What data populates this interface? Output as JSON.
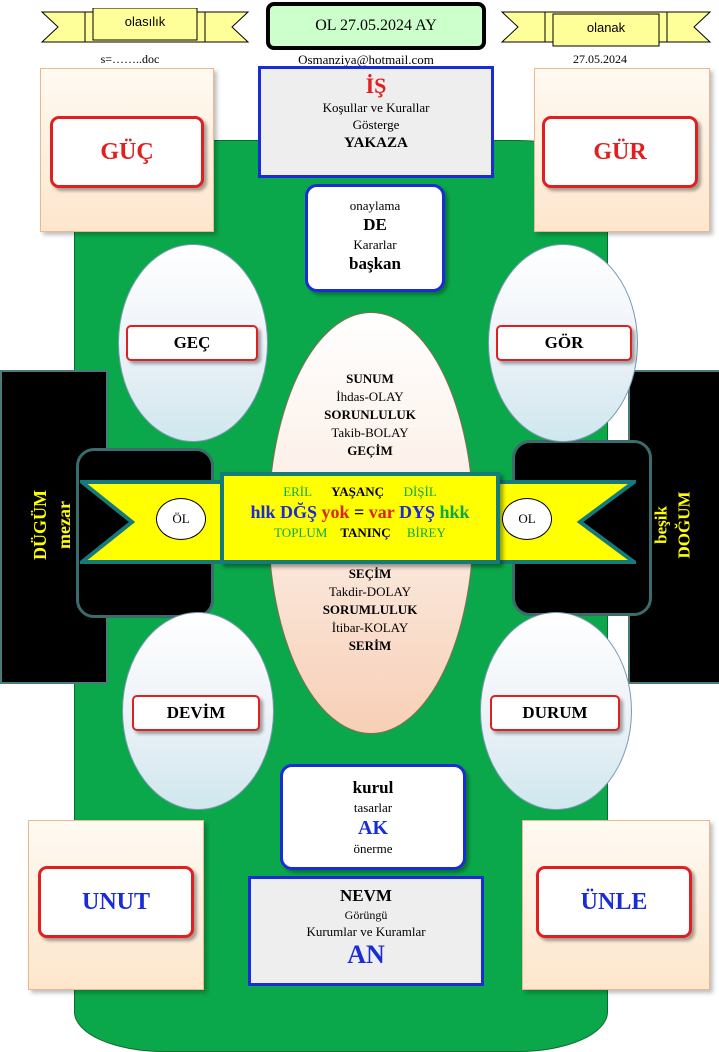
{
  "header": {
    "left_ribbon_label": "olasılık",
    "center_title": "OL 27.05.2024 AY",
    "right_ribbon_label": "olanak",
    "left_sub": "s=……..doc",
    "center_sub": "Osmanziya@hotmail.com",
    "right_sub": "27.05.2024"
  },
  "corners": {
    "top_left": "GÜÇ",
    "top_right": "GÜR",
    "bottom_left": "UNUT",
    "bottom_right": "ÜNLE"
  },
  "top_box": {
    "title": "İŞ",
    "line1": "Koşullar ve Kurallar",
    "line2": "Gösterge",
    "line3": "YAKAZA"
  },
  "upper_blue_box": {
    "line1": "onaylama",
    "line2": "DE",
    "line3": "Kararlar",
    "line4": "başkan"
  },
  "ovals": {
    "upper_left": "GEÇ",
    "upper_right": "GÖR",
    "lower_left": "DEVİM",
    "lower_right": "DURUM"
  },
  "center_oval": {
    "top": [
      "SUNUM",
      "İhdas-OLAY",
      "SORUNLULUK",
      "Takib-BOLAY",
      "GEÇİM"
    ],
    "bottom": [
      "SEÇİM",
      "Takdir-DOLAY",
      "SORUMLULUK",
      "İtibar-KOLAY",
      "SERİM"
    ]
  },
  "banner": {
    "row1_left": "ERİL",
    "row1_mid": "YAŞANÇ",
    "row1_right": "DİŞİL",
    "row2_a": "hlk",
    "row2_b": "DĞŞ",
    "row2_c": "yok",
    "row2_d": "=",
    "row2_e": "var",
    "row2_f": "DYŞ",
    "row2_g": "hkk",
    "row3_left": "TOPLUM",
    "row3_mid": "TANINÇ",
    "row3_right": "BİREY",
    "left_circle": "ÖL",
    "right_circle": "OL"
  },
  "sides": {
    "left_line1": "DÜGÜM",
    "left_line2": "mezar",
    "right_line1": "beşik",
    "right_line2": "DOĞUM"
  },
  "lower_blue_box": {
    "line1": "kurul",
    "line2": "tasarlar",
    "line3": "AK",
    "line4": "önerme"
  },
  "bottom_box": {
    "line1": "NEVM",
    "line2": "Görüngü",
    "line3": "Kurumlar ve Kuramlar",
    "line4": "AN"
  },
  "colors": {
    "board_green": "#0aa84a",
    "accent_red": "#e02020",
    "accent_blue": "#1a2bd8",
    "banner_yellow": "#ffff00",
    "ribbon_yellow": "#ffff99"
  }
}
